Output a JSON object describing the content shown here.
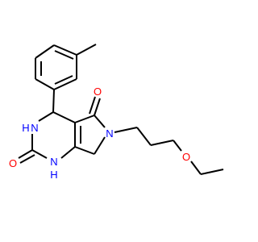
{
  "molecule": {
    "atoms": {
      "o_ketone": {
        "symbol": "O",
        "color": "#ff0000"
      },
      "o_urea": {
        "symbol": "O",
        "color": "#ff0000"
      },
      "o_ether": {
        "symbol": "O",
        "color": "#ff0000"
      },
      "n_ring": {
        "symbol": "N",
        "color": "#0000ff"
      },
      "nh_upper": {
        "symbol": "H",
        "color": "#0000ff"
      },
      "nh_upper_n": {
        "symbol": "N",
        "color": "#0000ff"
      },
      "nh_lower": {
        "symbol": "H",
        "color": "#0000ff"
      },
      "nh_lower_n": {
        "symbol": "N",
        "color": "#0000ff"
      }
    },
    "bond_color": "#000000",
    "background": "#ffffff"
  }
}
